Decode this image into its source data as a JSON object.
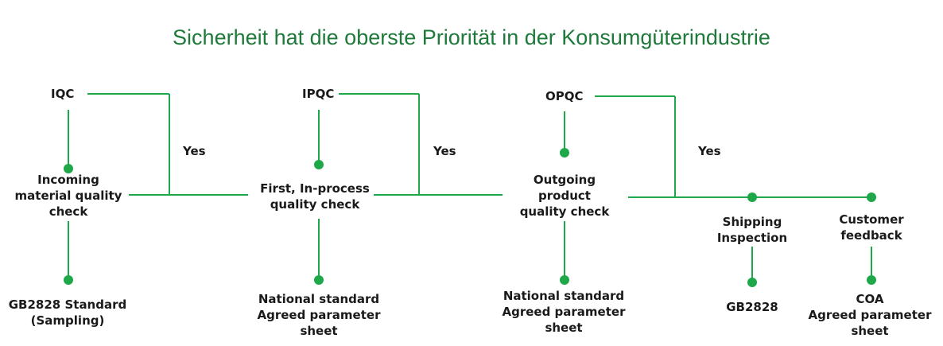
{
  "title": "Sicherheit hat die oberste Priorität in der Konsumgüterindustrie",
  "colors": {
    "line": "#1fa84a",
    "title": "#1e7a3a",
    "text": "#1a1a1a"
  },
  "stages": [
    {
      "code": "IQC",
      "check": [
        "Incoming",
        "material quality",
        "check"
      ],
      "yes": "Yes",
      "standard": [
        "GB2828 Standard",
        "(Sampling)"
      ]
    },
    {
      "code": "IPQC",
      "check": [
        "First, In-process",
        "quality check"
      ],
      "yes": "Yes",
      "standard": [
        "National standard",
        "Agreed parameter",
        "sheet"
      ]
    },
    {
      "code": "OPQC",
      "check": [
        "Outgoing",
        "product",
        "quality check"
      ],
      "yes": "Yes",
      "standard": [
        "National standard",
        "Agreed parameter",
        "sheet"
      ]
    }
  ],
  "final_steps": [
    {
      "label": [
        "Shipping",
        "Inspection"
      ],
      "standard": [
        "GB2828"
      ]
    },
    {
      "label": [
        "Customer",
        "feedback"
      ],
      "standard": [
        "COA",
        "Agreed parameter",
        "sheet"
      ]
    }
  ]
}
